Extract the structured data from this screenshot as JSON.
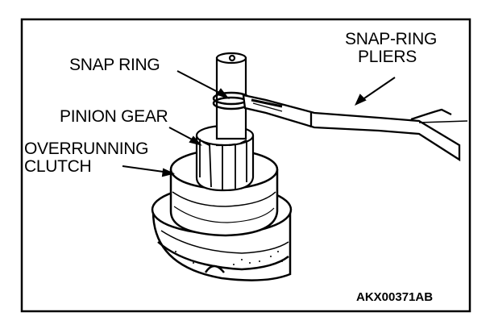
{
  "labels": {
    "snap_ring": "SNAP RING",
    "snap_ring_pliers_line1": "SNAP-RING",
    "snap_ring_pliers_line2": "PLIERS",
    "pinion_gear": "PINION GEAR",
    "overrunning_clutch_line1": "OVERRUNNING",
    "overrunning_clutch_line2": "CLUTCH"
  },
  "figure_code": "AKX00371AB",
  "colors": {
    "ink": "#000000",
    "paper": "#ffffff"
  }
}
